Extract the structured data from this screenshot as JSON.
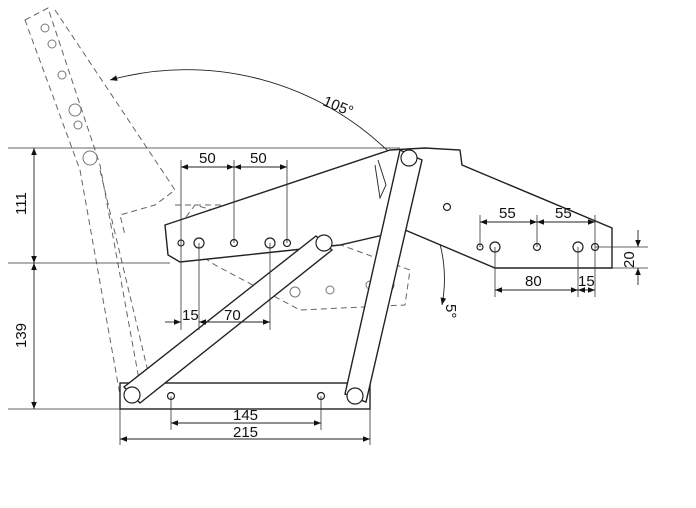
{
  "colors": {
    "line": "#222222",
    "ghost": "#666666",
    "background": "#ffffff"
  },
  "dimensions": {
    "angle_open": "105°",
    "angle_small": "5°",
    "top_spacing_1": "50",
    "top_spacing_2": "50",
    "right_spacing_1": "55",
    "right_spacing_2": "55",
    "right_offset_80": "80",
    "right_offset_15": "15",
    "right_height_20": "20",
    "left_offset_15": "15",
    "left_offset_70": "70",
    "height_111": "111",
    "height_139": "139",
    "base_145": "145",
    "base_215": "215"
  }
}
